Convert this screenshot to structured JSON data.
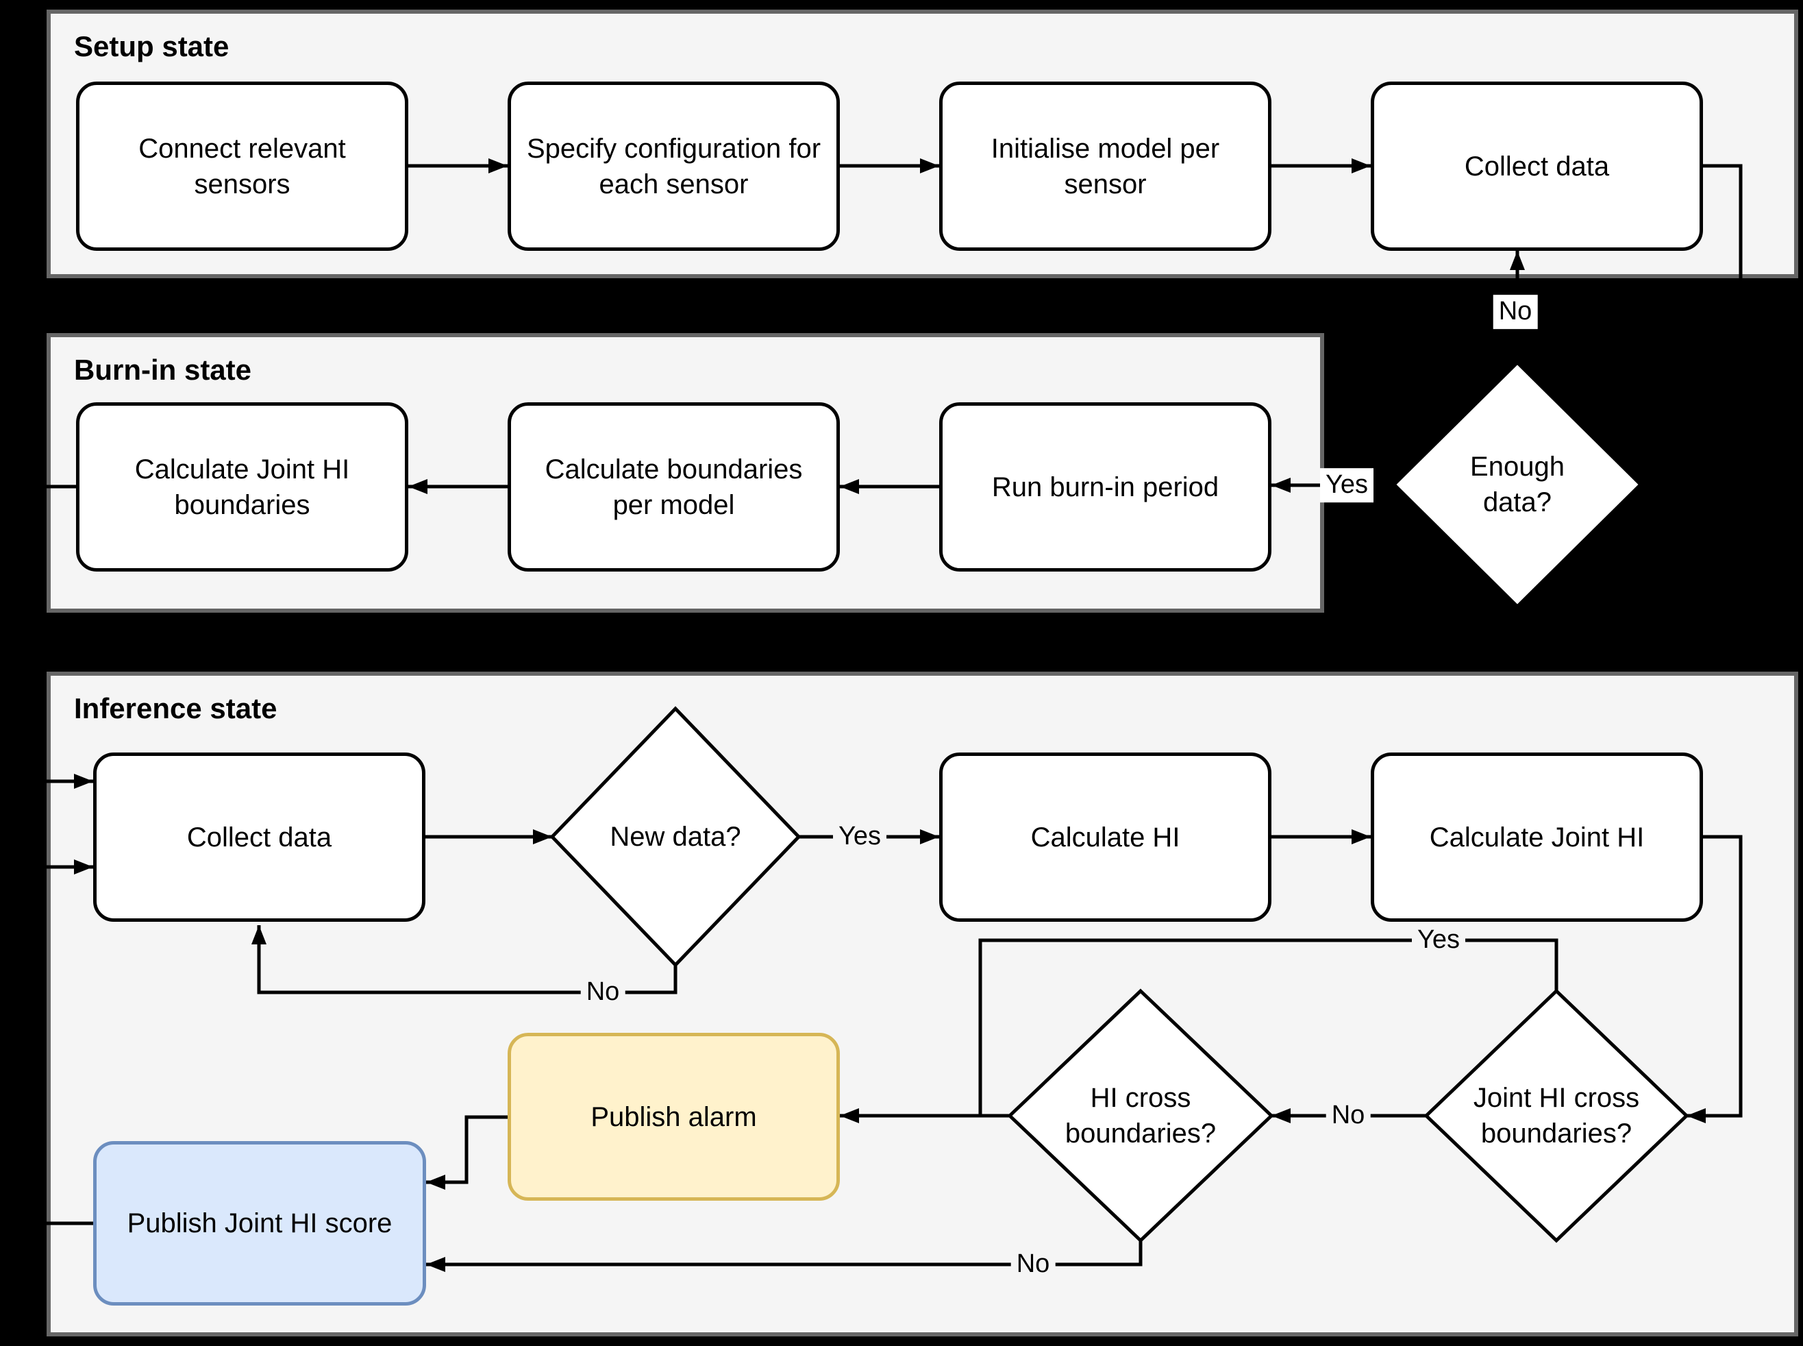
{
  "states": {
    "setup": {
      "title": "Setup state",
      "nodes": {
        "connect_sensors": "Connect relevant sensors",
        "specify_config": "Specify configuration for each sensor",
        "init_model": "Initialise model per sensor",
        "collect_data": "Collect data"
      }
    },
    "burn_in": {
      "title": "Burn-in state",
      "nodes": {
        "calc_joint_hi_boundaries": "Calculate Joint HI boundaries",
        "calc_boundaries_per_model": "Calculate boundaries per model",
        "run_burn_in": "Run burn-in period"
      }
    },
    "inference": {
      "title": "Inference state",
      "nodes": {
        "collect_data": "Collect data",
        "calc_hi": "Calculate HI",
        "calc_joint_hi": "Calculate Joint HI",
        "publish_alarm": "Publish alarm",
        "publish_joint_hi_score": "Publish Joint HI score"
      }
    }
  },
  "decisions": {
    "enough_data": "Enough data?",
    "new_data": "New data?",
    "hi_cross": "HI cross boundaries?",
    "joint_hi_cross": "Joint HI cross boundaries?"
  },
  "edge_labels": {
    "enough_no": "No",
    "enough_yes": "Yes",
    "new_data_yes": "Yes",
    "new_data_no": "No",
    "joint_cross_yes": "Yes",
    "joint_cross_no": "No",
    "hi_cross_no": "No"
  },
  "colors": {
    "page_bg": "#000000",
    "state_fill": "#f5f5f5",
    "state_border": "#666666",
    "node_fill": "#ffffff",
    "node_border": "#000000",
    "alarm_fill": "#fff2cc",
    "alarm_border": "#d6b656",
    "score_fill": "#dae8fc",
    "score_border": "#6c8ebf",
    "connector": "#000000",
    "chip_dark_bg": "#ffffff",
    "chip_light_bg": "#f5f5f5"
  }
}
